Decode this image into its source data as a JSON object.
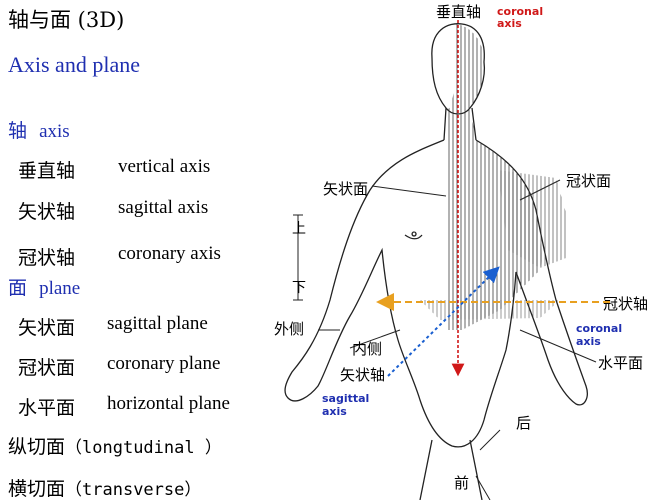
{
  "slide": {
    "title": "轴与面 (3D)",
    "subtitle": "Axis  and plane",
    "axis_section": {
      "cn": "轴",
      "en": "axis"
    },
    "axes": [
      {
        "cn": "垂直轴",
        "en": "vertical axis"
      },
      {
        "cn": "矢状轴",
        "en": "sagittal axis"
      },
      {
        "cn": "冠状轴",
        "en": "coronary axis"
      }
    ],
    "plane_section": {
      "cn": "面",
      "en": "plane"
    },
    "planes": [
      {
        "cn": "矢状面",
        "en": "sagittal plane"
      },
      {
        "cn": "冠状面",
        "en": "coronary plane"
      },
      {
        "cn": "水平面",
        "en": "horizontal plane"
      }
    ],
    "longitudinal": {
      "cn": "纵切面",
      "en": "（longtudinal ）"
    },
    "transverse": {
      "cn": "横切面",
      "en": "（transverse）"
    }
  },
  "figure": {
    "labels": {
      "vertical_axis": "垂直轴",
      "coronal_axis_top": "coronal\naxis",
      "coronal_plane": "冠状面",
      "sagittal_plane": "矢状面",
      "up": "上",
      "down": "下",
      "coronal_axis_cn": "冠状轴",
      "coronal_axis_right": "coronal\naxis",
      "lateral": "外侧",
      "medial": "内侧",
      "sagittal_axis_cn": "矢状轴",
      "horizontal_plane": "水平面",
      "sagittal_axis_en": "sagittal\naxis",
      "posterior": "后",
      "anterior": "前"
    },
    "colors": {
      "vertical_axis": "#d01818",
      "coronal_axis": "#e8a020",
      "sagittal_axis": "#1a5fd0",
      "blue_label": "#1f2fb0",
      "red_label": "#d01818"
    }
  }
}
